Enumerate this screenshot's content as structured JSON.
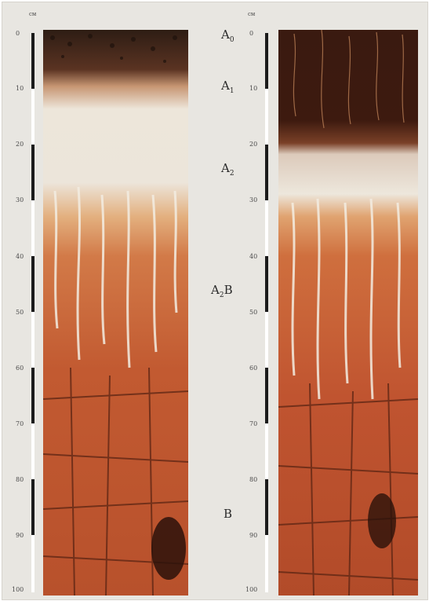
{
  "left_profile": {
    "unit": "см",
    "ticks": [
      "0",
      "10",
      "20",
      "30",
      "40",
      "50",
      "60",
      "70",
      "80",
      "90",
      "100"
    ]
  },
  "right_profile": {
    "unit": "см",
    "ticks": [
      "0",
      "10",
      "20",
      "30",
      "40",
      "50",
      "60",
      "70",
      "80",
      "90",
      "100"
    ]
  },
  "horizons": [
    {
      "base": "A",
      "sub": "0"
    },
    {
      "base": "A",
      "sub": "1"
    },
    {
      "base": "A",
      "sub": "2"
    },
    {
      "base": "A",
      "sub": "2",
      "rest": "B"
    },
    {
      "base": "B",
      "sub": ""
    }
  ],
  "colors": {
    "litter": "#3b2418",
    "humus": "#3a1a10",
    "eluvial": "#ece6dc",
    "illuvial": "#c5532c",
    "crack": "#5a2413"
  }
}
